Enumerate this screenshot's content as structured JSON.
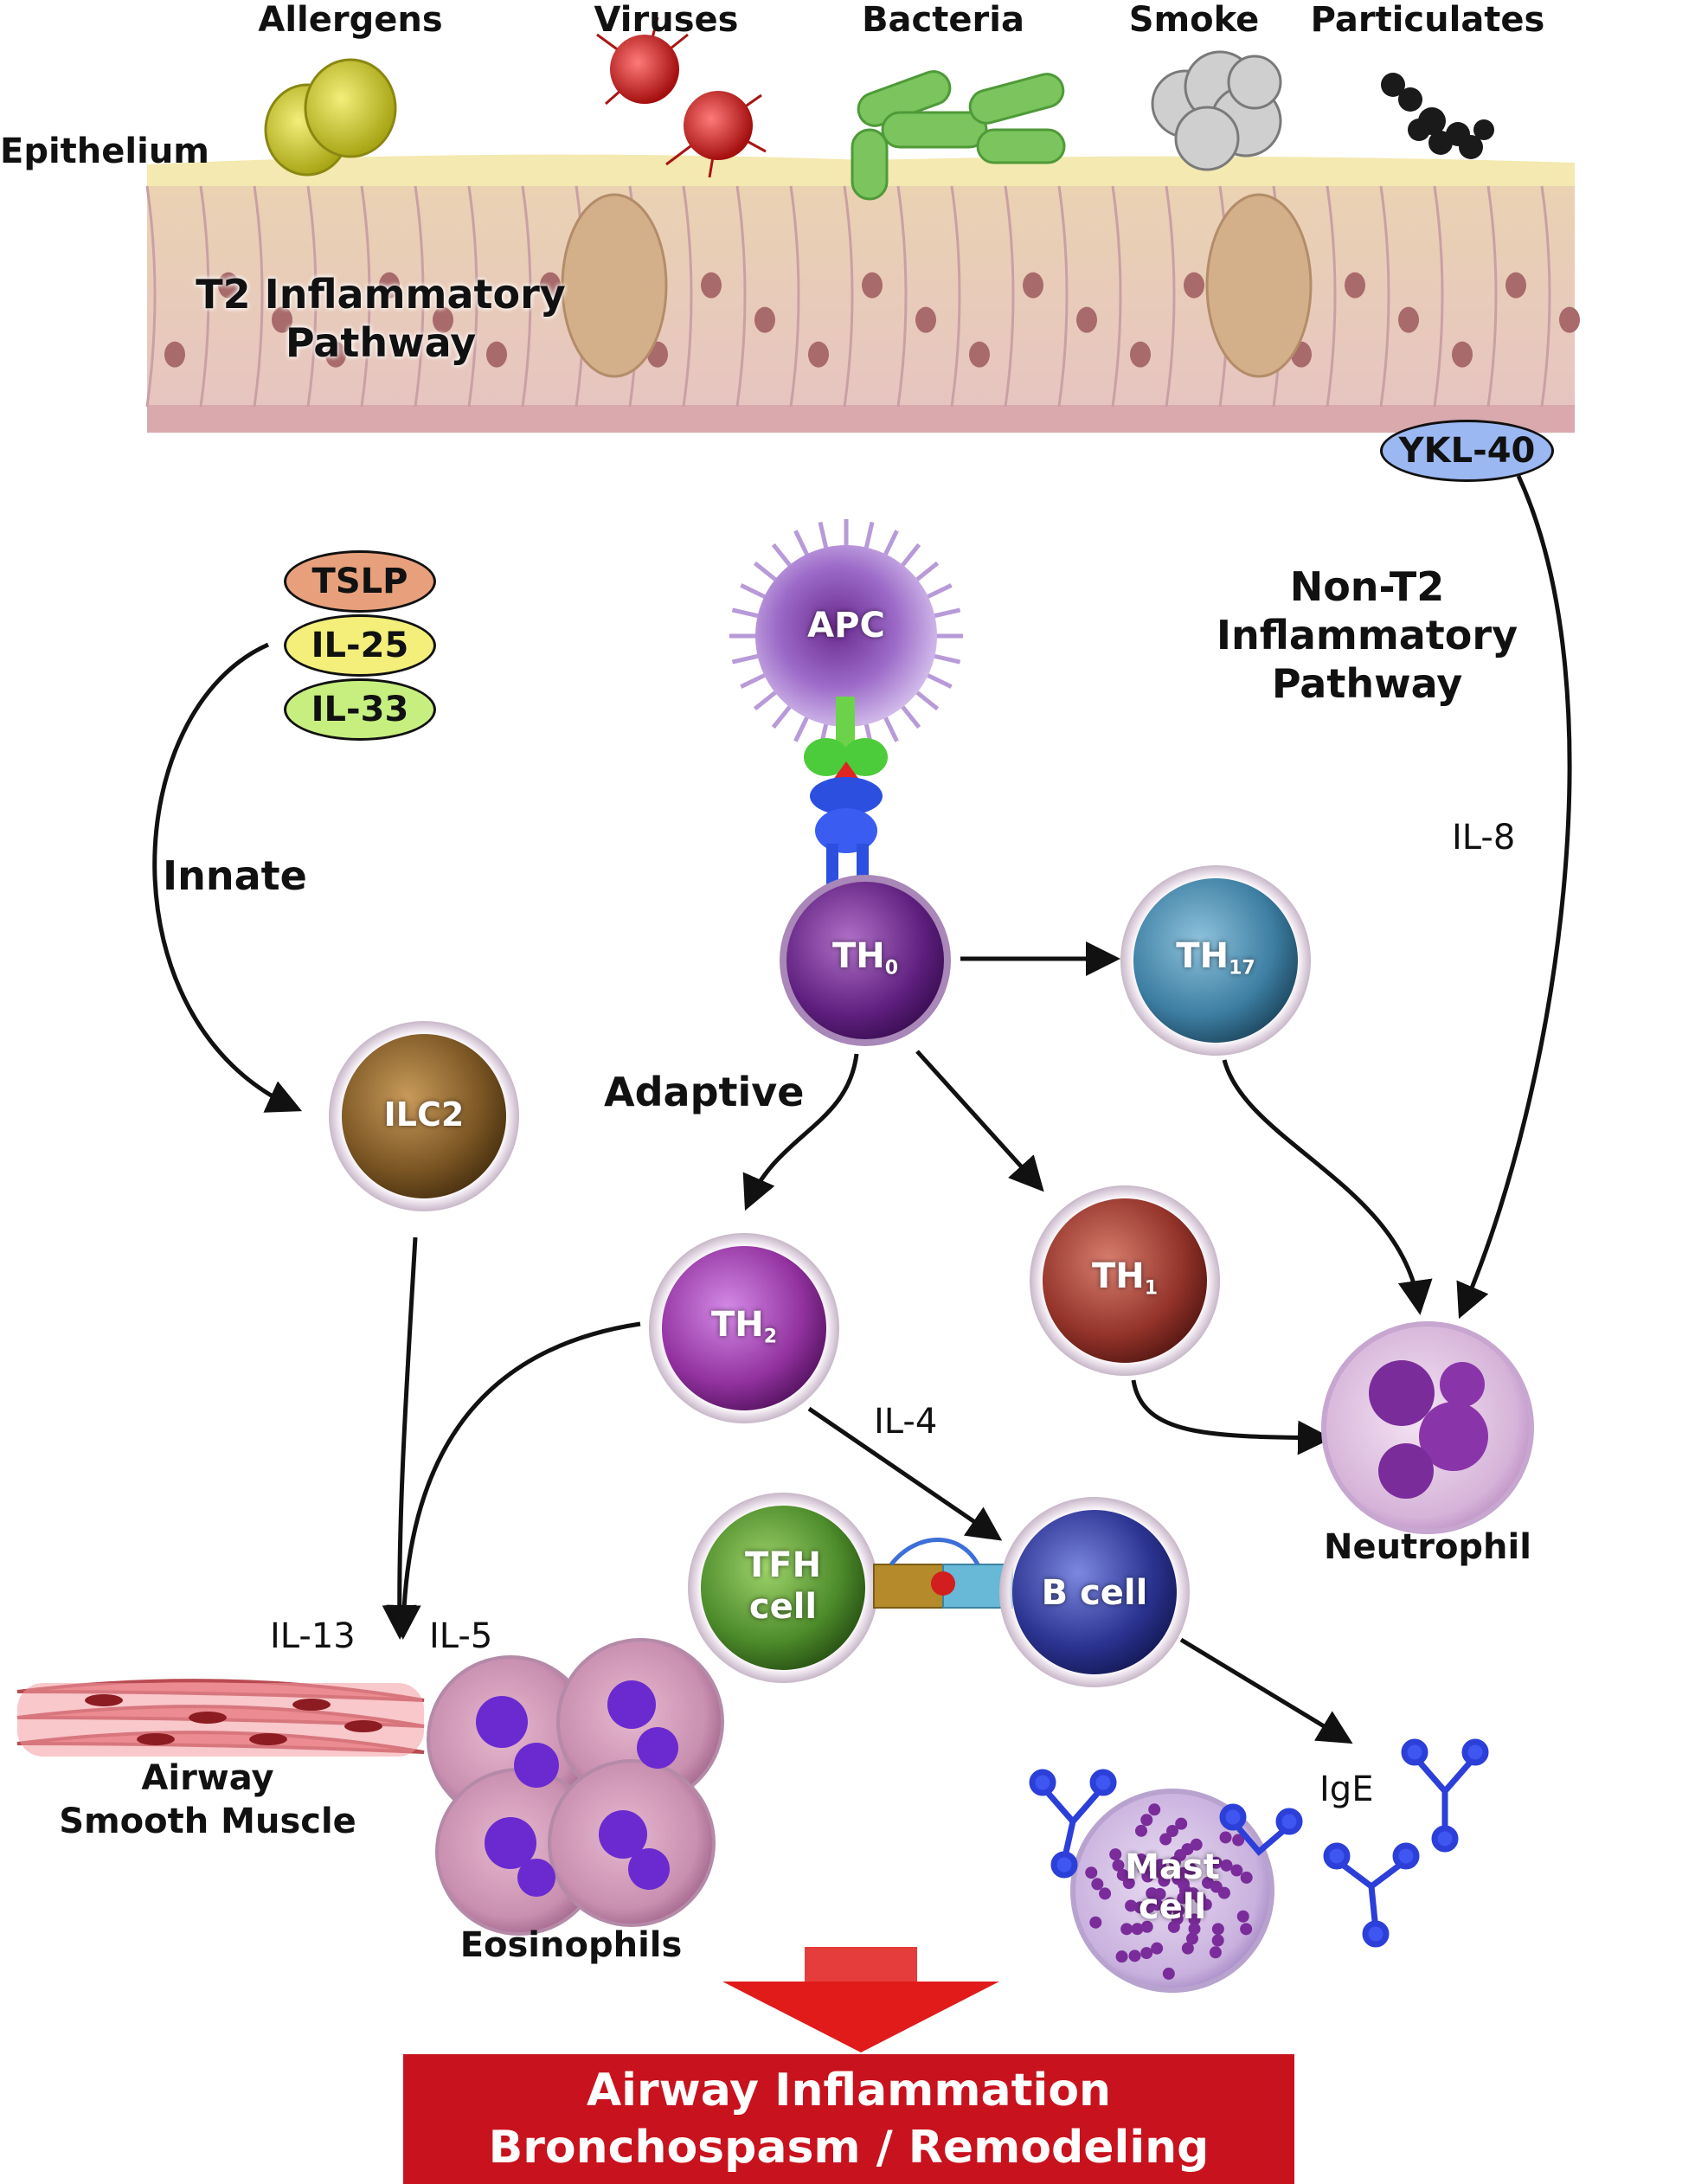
{
  "colors": {
    "tslp": "#e8a07c",
    "il25": "#f3ef7a",
    "il33": "#c6ef80",
    "ykl40": "#9bb8f2",
    "banner": "#c8121d"
  },
  "environment": {
    "allergens": "Allergens",
    "viruses": "Viruses",
    "bacteria": "Bacteria",
    "smoke": "Smoke",
    "particulates": "Particulates",
    "epithelium": "Epithelium"
  },
  "pathways": {
    "t2_line1": "T2 Inflammatory",
    "t2_line2": "Pathway",
    "nont2_line1": "Non-T2",
    "nont2_line2": "Inflammatory",
    "nont2_line3": "Pathway",
    "innate": "Innate",
    "adaptive": "Adaptive"
  },
  "mediators": {
    "tslp": "TSLP",
    "il25": "IL-25",
    "il33": "IL-33",
    "ykl40": "YKL-40",
    "il8": "IL-8",
    "il4": "IL-4",
    "il13": "IL-13",
    "il5": "IL-5",
    "ige": "IgE"
  },
  "cells": {
    "apc": "APC",
    "th0_main": "TH",
    "th0_sub": "0",
    "th17_main": "TH",
    "th17_sub": "17",
    "ilc2": "ILC2",
    "th2_main": "TH",
    "th2_sub": "2",
    "th1_main": "TH",
    "th1_sub": "1",
    "tfh_line1": "TFH",
    "tfh_line2": "cell",
    "bcell": "B cell",
    "mast_line1": "Mast",
    "mast_line2": "cell",
    "neutrophil": "Neutrophil",
    "eosinophils": "Eosinophils",
    "muscle_line1": "Airway",
    "muscle_line2": "Smooth Muscle"
  },
  "outcome": {
    "line1": "Airway Inflammation",
    "line2": "Bronchospasm / Remodeling"
  }
}
